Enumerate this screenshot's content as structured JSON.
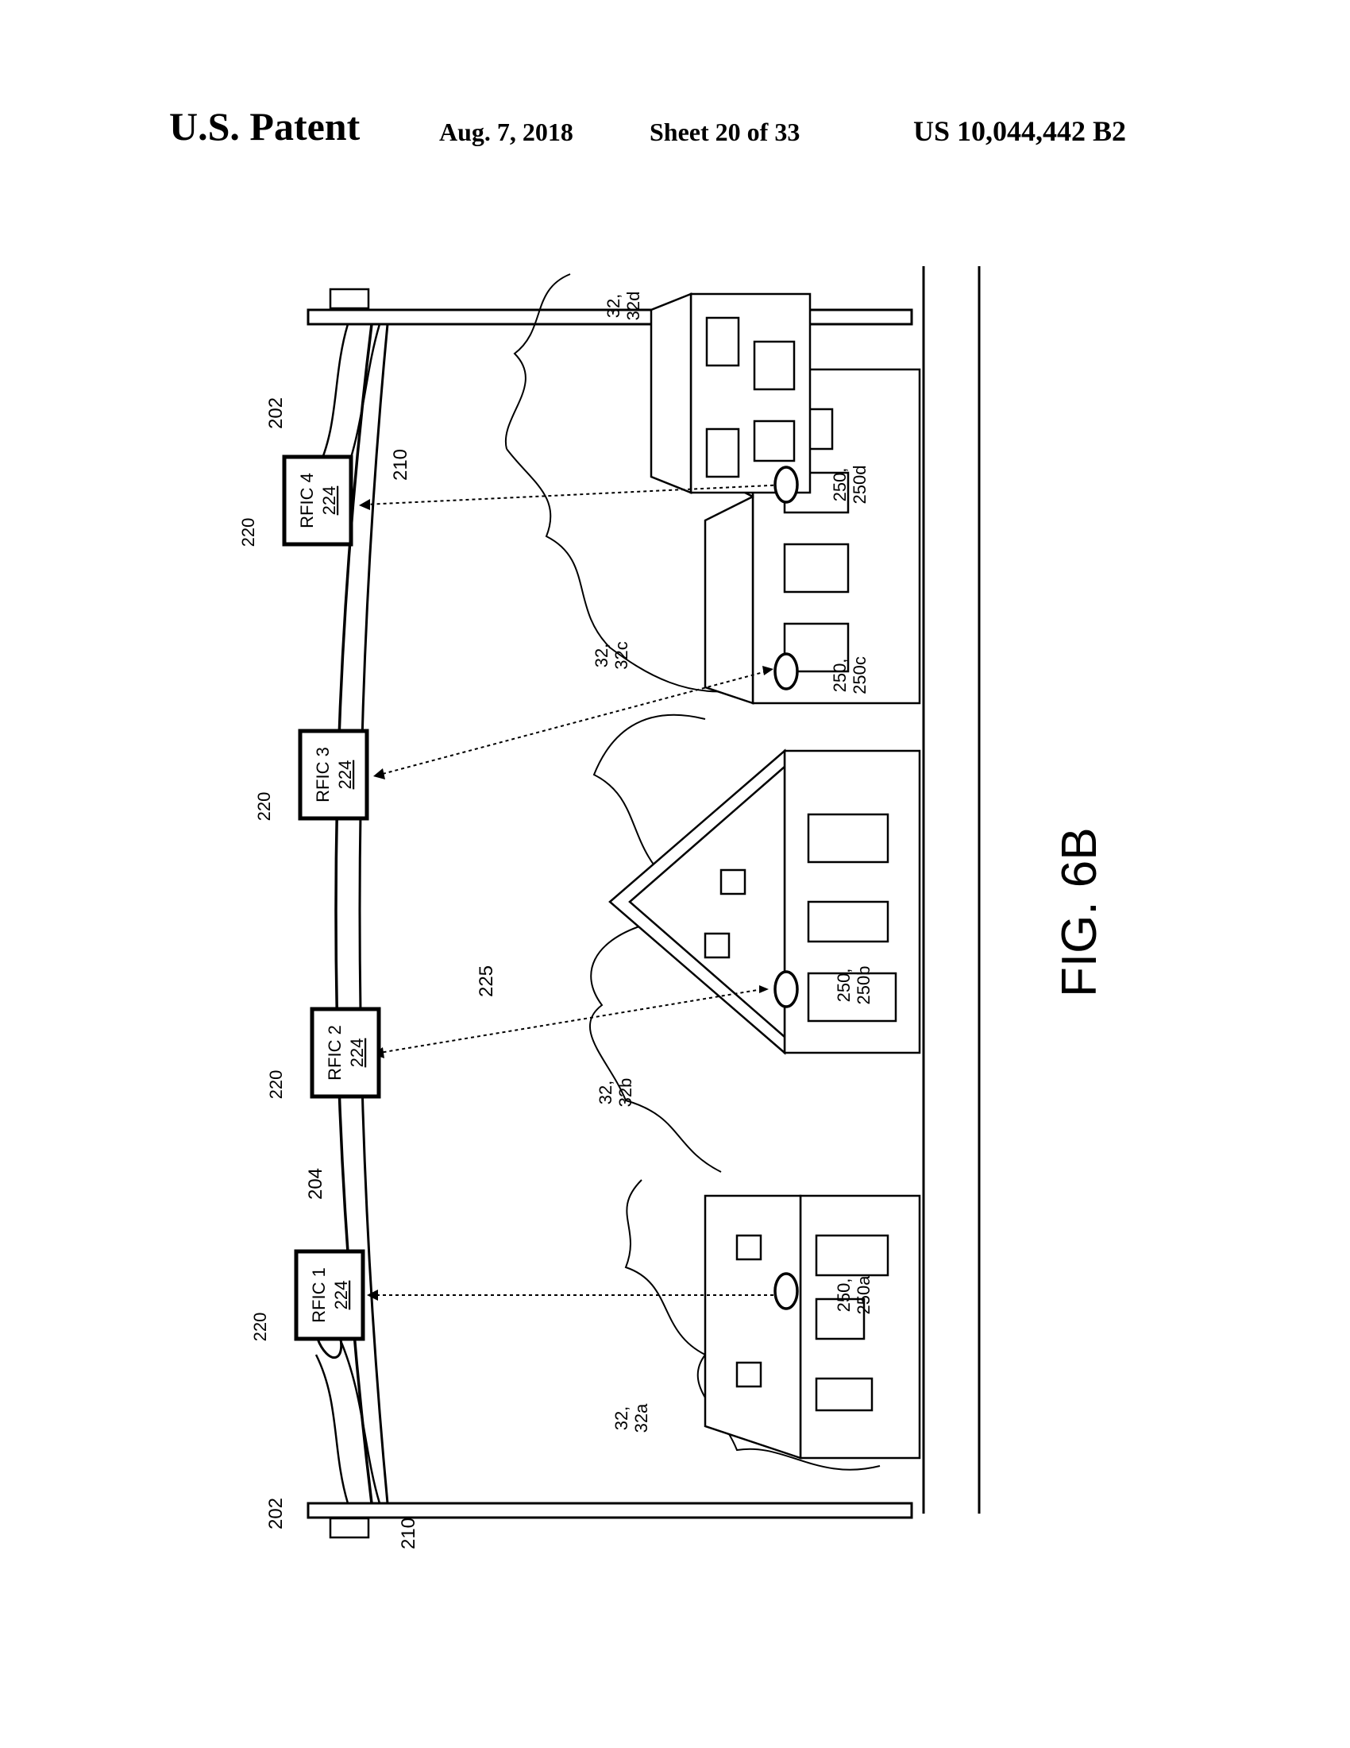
{
  "header": {
    "title": "U.S. Patent",
    "date": "Aug. 7, 2018",
    "sheet": "Sheet 20 of 33",
    "patent_number": "US 10,044,442 B2"
  },
  "figure": {
    "caption": "FIG. 6B",
    "poles": [
      {
        "ref": "202",
        "device_ref": "210"
      },
      {
        "ref": "202",
        "device_ref": "210"
      }
    ],
    "line_ref": "204",
    "signal_ref": "225",
    "rfic_units": [
      {
        "label": "RFIC 1",
        "sub": "224",
        "ref": "220"
      },
      {
        "label": "RFIC 2",
        "sub": "224",
        "ref": "220"
      },
      {
        "label": "RFIC 3",
        "sub": "224",
        "ref": "220"
      },
      {
        "label": "RFIC 4",
        "sub": "224",
        "ref": "220"
      }
    ],
    "houses": [
      {
        "ref": "32,",
        "sub": "32a",
        "meter_ref": "250,",
        "meter_sub": "250a"
      },
      {
        "ref": "32,",
        "sub": "32b",
        "meter_ref": "250,",
        "meter_sub": "250b"
      },
      {
        "ref": "32,",
        "sub": "32c",
        "meter_ref": "250,",
        "meter_sub": "250c"
      },
      {
        "ref": "32,",
        "sub": "32d",
        "meter_ref": "250,",
        "meter_sub": "250d"
      }
    ]
  }
}
